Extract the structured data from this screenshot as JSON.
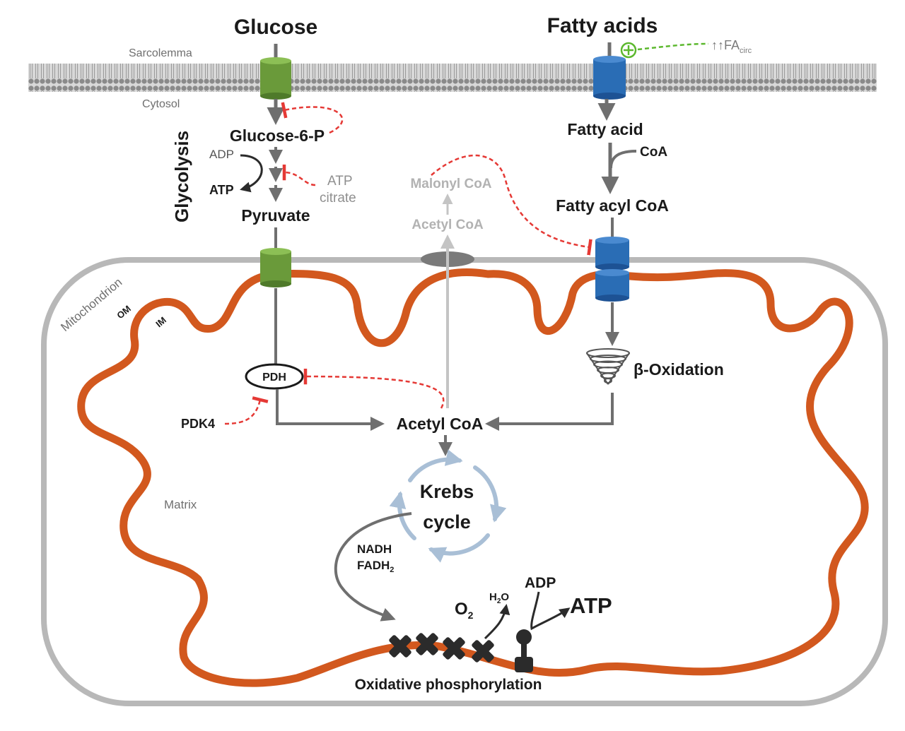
{
  "labels": {
    "glucose": "Glucose",
    "fatty_acids": "Fatty acids",
    "fa_circ": "↑↑FA",
    "fa_circ_sub": "circ",
    "sarcolemma": "Sarcolemma",
    "cytosol": "Cytosol",
    "glycolysis": "Glycolysis",
    "glucose_6_p": "Glucose-6-P",
    "adp_glyc": "ADP",
    "atp_glyc": "ATP",
    "atp_citrate_line1": "ATP",
    "atp_citrate_line2": "citrate",
    "pyruvate": "Pyruvate",
    "malonyl_coa": "Malonyl CoA",
    "acetyl_coa_cytosol": "Acetyl CoA",
    "fatty_acid": "Fatty acid",
    "coa": "CoA",
    "fatty_acyl_coa": "Fatty acyl CoA",
    "mitochondrion": "Mitochondrion",
    "om": "OM",
    "im": "IM",
    "pdh": "PDH",
    "pdk4": "PDK4",
    "beta_oxidation": "β-Oxidation",
    "acetyl_coa_matrix": "Acetyl CoA",
    "krebs_line1": "Krebs",
    "krebs_line2": "cycle",
    "matrix": "Matrix",
    "nadh": "NADH",
    "fadh2": "FADH",
    "fadh2_sub": "2",
    "o2": "O",
    "o2_sub": "2",
    "h2o_h": "H",
    "h2o_sub": "2",
    "h2o_o": "O",
    "adp_oxphos": "ADP",
    "atp_oxphos": "ATP",
    "oxidative_phosphorylation": "Oxidative phosphorylation"
  },
  "colors": {
    "membrane": "#9a9a9a",
    "glucose_transporter": "#6a9a3a",
    "fa_transporter": "#2a6db5",
    "inner_membrane": "#d2581e",
    "outer_membrane": "#b8b8b8",
    "inhibition": "#e53935",
    "stimulation": "#5cb82e",
    "arrow": "#6f6f6f",
    "faded_arrow": "#c4c4c4",
    "krebs": "#a9bfd6"
  }
}
